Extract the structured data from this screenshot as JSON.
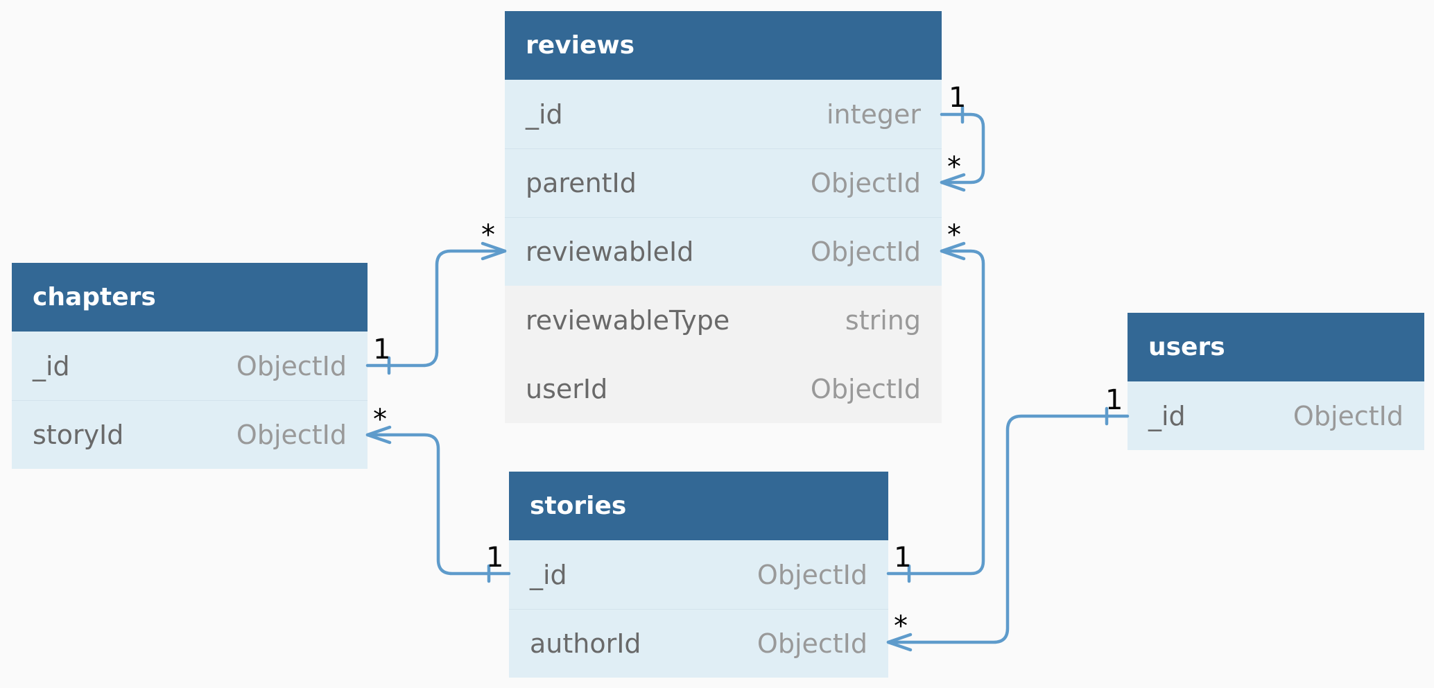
{
  "tables": {
    "reviews": {
      "name": "reviews",
      "fields": [
        {
          "name": "_id",
          "type": "integer"
        },
        {
          "name": "parentId",
          "type": "ObjectId"
        },
        {
          "name": "reviewableId",
          "type": "ObjectId"
        },
        {
          "name": "reviewableType",
          "type": "string"
        },
        {
          "name": "userId",
          "type": "ObjectId"
        }
      ]
    },
    "chapters": {
      "name": "chapters",
      "fields": [
        {
          "name": "_id",
          "type": "ObjectId"
        },
        {
          "name": "storyId",
          "type": "ObjectId"
        }
      ]
    },
    "stories": {
      "name": "stories",
      "fields": [
        {
          "name": "_id",
          "type": "ObjectId"
        },
        {
          "name": "authorId",
          "type": "ObjectId"
        }
      ]
    },
    "users": {
      "name": "users",
      "fields": [
        {
          "name": "_id",
          "type": "ObjectId"
        }
      ]
    }
  },
  "relations": [
    {
      "from": "reviews._id",
      "to": "reviews.parentId",
      "from_card": "1",
      "to_card": "*"
    },
    {
      "from": "chapters._id",
      "to": "reviews.reviewableId",
      "from_card": "1",
      "to_card": "*"
    },
    {
      "from": "stories._id",
      "to": "reviews.reviewableId",
      "from_card": "1",
      "to_card": "*"
    },
    {
      "from": "stories._id",
      "to": "chapters.storyId",
      "from_card": "1",
      "to_card": "*"
    },
    {
      "from": "users._id",
      "to": "stories.authorId",
      "from_card": "1",
      "to_card": "*"
    }
  ],
  "colors": {
    "header": "#336895",
    "key_row": "#e0eef5",
    "plain_row": "#f2f2f2",
    "relation_line": "#5e9bcb"
  }
}
